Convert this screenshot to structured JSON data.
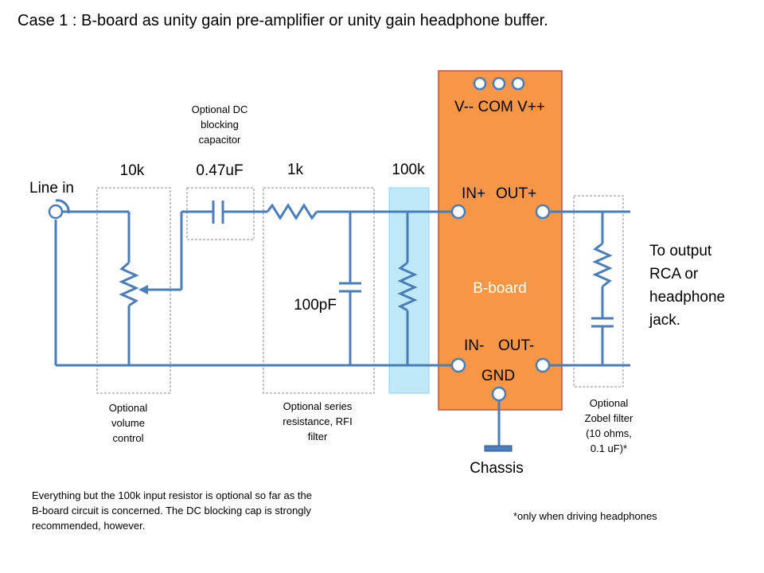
{
  "title": "Case 1 : B-board as unity gain pre-amplifier or unity gain headphone buffer.",
  "input_label": "Line in",
  "components": {
    "volume_pot": "10k",
    "dc_cap": "0.47uF",
    "series_res": "1k",
    "input_res": "100k",
    "rfi_cap": "100pF"
  },
  "dc_cap_note": [
    "Optional DC",
    "blocking",
    "capacitor"
  ],
  "volume_note": [
    "Optional",
    "volume",
    "control"
  ],
  "series_note": [
    "Optional series",
    "resistance, RFI",
    "filter"
  ],
  "zobel_note": [
    "Optional",
    "Zobel filter",
    "(10 ohms,",
    "0.1 uF)*"
  ],
  "board": {
    "name": "B-board",
    "power_pins": "V-- COM V++",
    "in_plus": "IN+",
    "out_plus": "OUT+",
    "in_minus": "IN-",
    "out_minus": "OUT-",
    "gnd": "GND",
    "color": "#f79646"
  },
  "chassis_label": "Chassis",
  "output_label": [
    "To output",
    "RCA or",
    "headphone",
    "jack."
  ],
  "footnote": [
    "Everything but the 100k input resistor is optional so far as the",
    "B-board circuit is concerned.  The DC blocking cap is strongly",
    "recommended,  however."
  ],
  "headphone_note": "*only when driving  headphones",
  "colors": {
    "wire": "#4a7ebb",
    "highlight": "#bfe9f9"
  }
}
